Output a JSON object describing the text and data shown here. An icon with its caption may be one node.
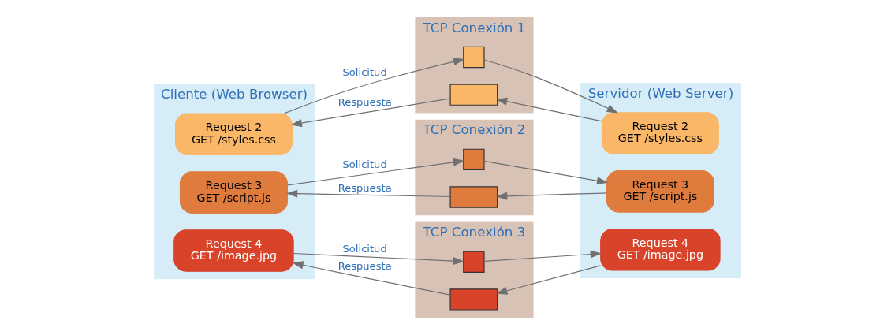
{
  "diagram": {
    "nodes": [
      {
        "text": [
          "Cliente (Web Browser)"
        ]
      },
      {
        "text": [
          "Request 2",
          "GET /styles.css"
        ],
        "in": 0
      },
      {
        "text": [
          "Request 3",
          "GET /script.js"
        ],
        "in": 0
      },
      {
        "text": [
          "Request 4",
          "GET /image.jpg"
        ],
        "in": 0
      },
      {
        "text": [
          "TCP Conexión 1"
        ]
      },
      {
        "text": [],
        "shape": "box",
        "in": 4
      },
      {
        "text": [],
        "shape": "box",
        "in": 4
      },
      {
        "text": [
          "TCP Conexión 2"
        ]
      },
      {
        "text": [],
        "shape": "box",
        "in": 7
      },
      {
        "text": [],
        "shape": "box",
        "in": 7
      },
      {
        "text": [
          "TCP Conexión 3"
        ]
      },
      {
        "text": [],
        "shape": "box",
        "in": 10
      },
      {
        "text": [],
        "shape": "box",
        "in": 10
      },
      {
        "text": [
          "Servidor (Web Server)"
        ]
      },
      {
        "text": [
          "Request 2",
          "GET /styles.css"
        ],
        "in": 13
      },
      {
        "text": [
          "Request 3",
          "GET /script.js"
        ],
        "in": 13
      },
      {
        "text": [
          "Request 4",
          "GET /image.jpg"
        ],
        "in": 13
      }
    ],
    "edges": [
      {
        "from": 1,
        "to": 5,
        "arrow": "to",
        "label": "Solicitud"
      },
      {
        "from": 5,
        "to": 14,
        "arrow": "to"
      },
      {
        "from": 14,
        "to": 6,
        "arrow": "to"
      },
      {
        "from": 6,
        "to": 1,
        "arrow": "to",
        "label": "Respuesta"
      },
      {
        "from": 2,
        "to": 8,
        "arrow": "to",
        "label": "Solicitud"
      },
      {
        "from": 8,
        "to": 15,
        "arrow": "to"
      },
      {
        "from": 15,
        "to": 9,
        "arrow": "to"
      },
      {
        "from": 9,
        "to": 2,
        "arrow": "to",
        "label": "Respuesta"
      },
      {
        "from": 3,
        "to": 11,
        "arrow": "to",
        "label": "Solicitud"
      },
      {
        "from": 11,
        "to": 16,
        "arrow": "to"
      },
      {
        "from": 16,
        "to": 12,
        "arrow": "to"
      },
      {
        "from": 12,
        "to": 3,
        "arrow": "to",
        "label": "Respuesta"
      }
    ]
  }
}
